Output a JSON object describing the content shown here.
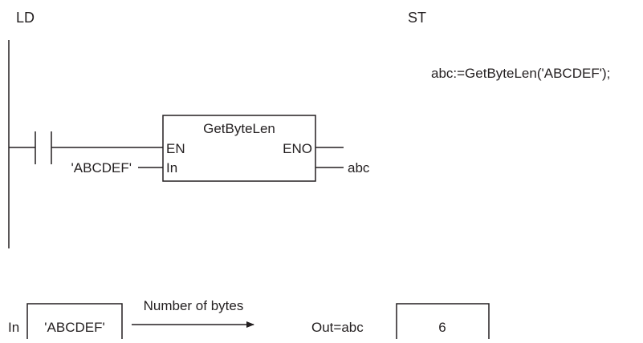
{
  "headings": {
    "ld": "LD",
    "st": "ST"
  },
  "st_code": "abc:=GetByteLen('ABCDEF');",
  "ladder": {
    "function_block": {
      "name": "GetByteLen",
      "input_en": "EN",
      "output_eno": "ENO",
      "input_in": "In"
    },
    "in_value": "'ABCDEF'",
    "out_variable": "abc"
  },
  "example": {
    "in_label": "In",
    "in_value": "'ABCDEF'",
    "arrow_label": "Number of bytes",
    "out_label": "Out=abc",
    "out_value": "6"
  },
  "colors": {
    "stroke": "#231f20",
    "text": "#231f20",
    "background": "#ffffff"
  }
}
